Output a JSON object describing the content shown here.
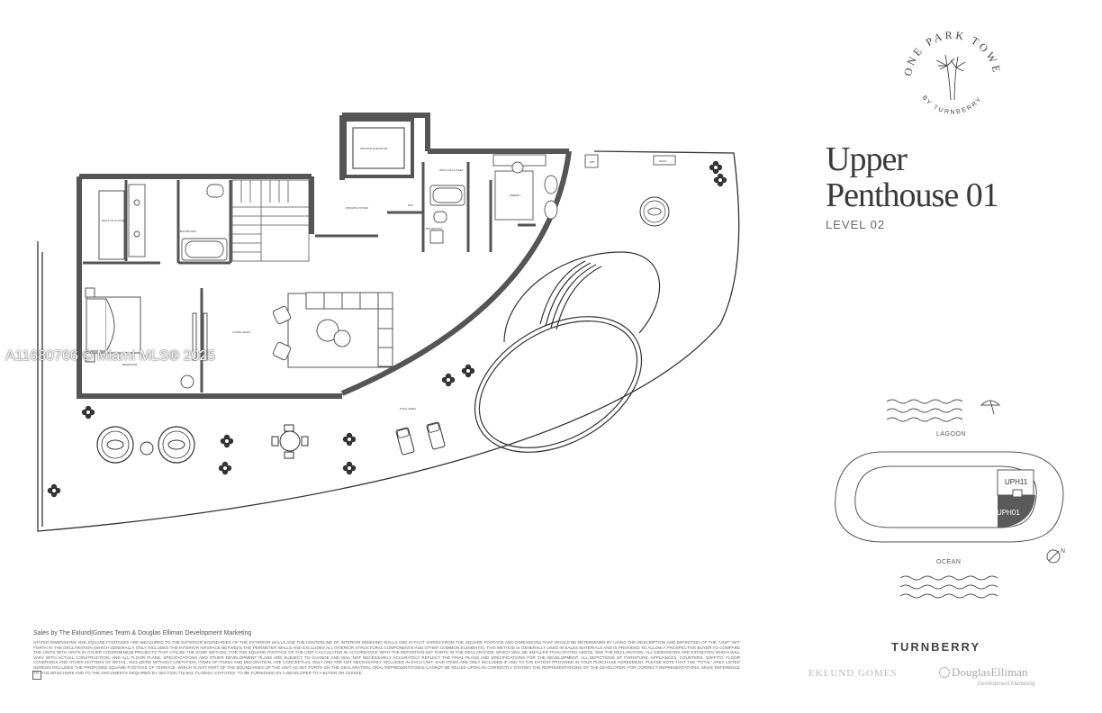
{
  "logo": {
    "ring_text": "ONE PARK TOWER",
    "sub_text": "BY TURNBERRY"
  },
  "unit": {
    "title_line1": "Upper",
    "title_line2": "Penthouse 01",
    "level": "LEVEL 02"
  },
  "rooms": {
    "private_elevator": "PRIVATE ELEVATOR",
    "walk_in_closet_1": "WALK-IN CLOSET",
    "bathroom_1": "BATHROOM",
    "private_foyer": "PRIVATE FOYER",
    "walk_in_closet_2": "WALK-IN CLOSET",
    "bathroom_2": "BATHROOM",
    "library": "LIBRARY",
    "living_area": "LIVING AREA",
    "bedroom": "BEDROOM",
    "pool_area": "POOL AREA",
    "wc": "W/C",
    "grill": "GRILL",
    "mp": "M/P"
  },
  "watermark": "A11680766 © Miami MLS® 2025",
  "key_plan": {
    "lagoon": "LAGOON",
    "ocean": "OCEAN",
    "uph11": "UPH11",
    "uph01": "UPH01",
    "north": "N",
    "highlight_color": "#5a5a5a"
  },
  "footer": {
    "sales_line": "Sales by The Eklund|Gomes Team & Douglas Elliman Development Marketing",
    "disclaimer": "STATED DIMENSIONS AND SQUARE FOOTAGES ARE MEASURED TO THE EXTERIOR BOUNDARIES OF THE EXTERIOR WALLS AND THE CENTERLINE OF INTERIOR DEMISING WALLS AND IN FACT VARIES FROM THE SQUARE FOOTAGE AND DIMENSIONS THAT WOULD BE DETERMINED BY USING THE DESCRIPTION AND DEFINITION OF THE \"UNIT\" SET FORTH IN THE DECLARATION (WHICH GENERALLY ONLY INCLUDES THE INTERIOR AIRSPACE BETWEEN THE PERIMETER WALLS AND EXCLUDES ALL INTERIOR STRUCTURAL COMPONENTS AND OTHER COMMON ELEMENTS). THIS METHOD IS GENERALLY USED IN SALES MATERIALS AND IS PROVIDED TO ALLOW A PROSPECTIVE BUYER TO COMPARE THE UNITS WITH UNITS IN OTHER CONDOMINIUM PROJECTS THAT UTILIZE THE SAME METHOD. FOR THE SQUARE FOOTAGE OF THE UNIT CALCULATED IN ACCORDANCE WITH THE DEFINITION SET FORTH IN THE DECLARATION, WHICH WILL BE SMALLER THAN STATED ABOVE, SEE THE DECLARATION. ALL DIMENSIONS ARE ESTIMATES WHICH WILL VARY WITH ACTUAL CONSTRUCTION, AND ALL FLOOR PLANS, SPECIFICATIONS AND OTHER DEVELOPMENT PLANS ARE SUBJECT TO CHANGE AND WILL NOT NECESSARILY ACCURATELY REFLECT THE FINAL PLANS AND SPECIFICATIONS FOR THE DEVELOPMENT. ALL DEPICTIONS OF FURNITURE, APPLIANCES, COUNTERS, SOFFITS, FLOOR COVERINGS AND OTHER MATTERS OF DETAIL, INCLUDING WITHOUT LIMITATION, ITEMS OF FINISH AND DECORATION, ARE CONCEPTUAL ONLY AND ARE NOT NECESSARILY INCLUDED IN EACH UNIT. SAID ITEMS ARE ONLY INCLUDED IF AND TO THE EXTENT PROVIDED IN YOUR PURCHASE AGREEMENT. PLEASE NOTE THAT THE \"TOTAL\" AREA LISTED HEREON INCLUDES THE PROPOSED SQUARE FOOTAGE OF TERRACE, WHICH IS NOT PART OF THE BOUNDARIES OF THE UNIT AS SET FORTH ON THE DECLARATION. ORAL REPRESENTATIONS CANNOT BE RELIED UPON AS CORRECTLY STATING THE REPRESENTATIONS OF THE DEVELOPER. FOR CORRECT REPRESENTATIONS, MAKE REFERENCE TO THIS BROCHURE AND TO THE DOCUMENTS REQUIRED BY SECTION 718.503, FLORIDA STATUTES, TO BE FURNISHED BY A DEVELOPER TO A BUYER OR LESSEE.",
    "turnberry": "TURNBERRY",
    "eklund_gomes": "EKLUND GOMES",
    "douglas_elliman": "DouglasElliman",
    "development_marketing": "Development Marketing"
  }
}
